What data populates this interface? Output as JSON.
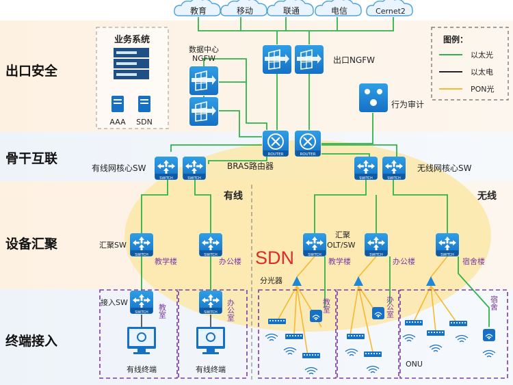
{
  "bands": {
    "exit": "出口安全",
    "backbone": "骨干互联",
    "aggregation": "设备汇聚",
    "access": "终端接入"
  },
  "isps": [
    "教育",
    "移动",
    "联通",
    "电信",
    "Cernet2"
  ],
  "legend": {
    "title": "图例：",
    "items": [
      "以太光",
      "以太电",
      "PON光"
    ],
    "colors": [
      "#2db34a",
      "#222222",
      "#f5b82e"
    ]
  },
  "business": {
    "title": "业务系统",
    "aaa": "AAA",
    "sdn": "SDN"
  },
  "labels": {
    "datacenter_ngfw_1": "数据中心",
    "datacenter_ngfw_2": "NGFW",
    "exit_ngfw": "出口NGFW",
    "behavior_audit": "行为审计",
    "wired_core": "有线网核心SW",
    "bras": "BRAS路由器",
    "wireless_core": "无线网核心SW",
    "wired": "有线",
    "wireless": "无线",
    "agg_sw": "汇聚SW",
    "agg_olt_1": "汇聚",
    "agg_olt_2": "OLT/SW",
    "teaching_building": "教学楼",
    "office_building": "办公楼",
    "dorm_building": "宿舍楼",
    "sdn_big": "SDN",
    "splitter": "分光器",
    "access_sw": "接入SW",
    "classroom": "教室",
    "office_room": "办公室",
    "dorm": "宿舍",
    "wired_terminal": "有线终端",
    "onu": "ONU",
    "router_tag": "ROUTER",
    "switch_tag": "SWITCH"
  }
}
